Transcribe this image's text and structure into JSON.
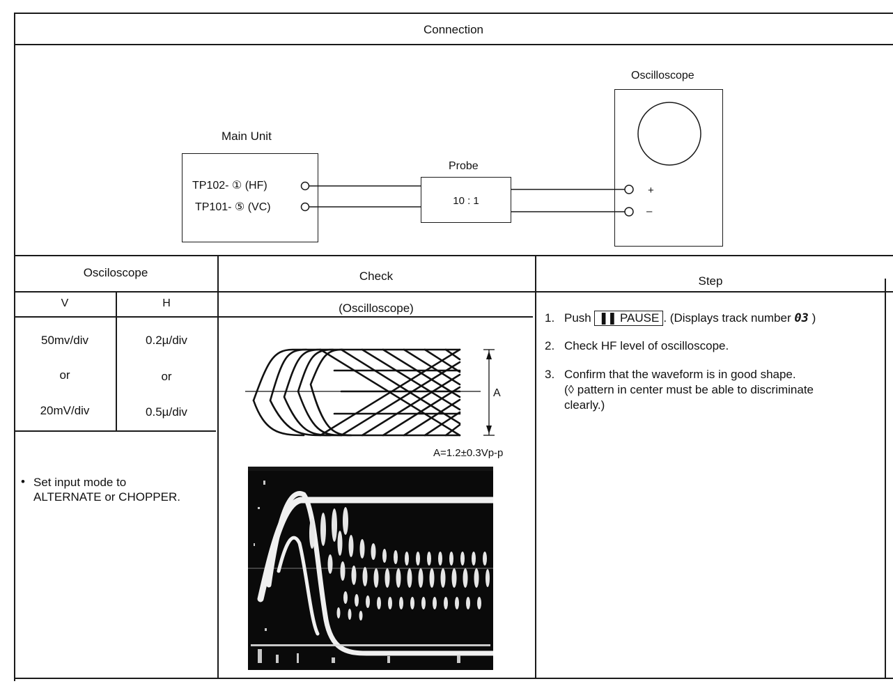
{
  "connection": {
    "header": "Connection",
    "main_unit": {
      "title": "Main Unit",
      "terminal1": "TP102- ① (HF)",
      "terminal2": "TP101- ⑤ (VC)"
    },
    "probe": {
      "title": "Probe",
      "ratio": "10 : 1"
    },
    "oscilloscope": {
      "title": "Oscilloscope",
      "plus": "+",
      "minus": "–"
    }
  },
  "table": {
    "osc_header": "Osciloscope",
    "v_header": "V",
    "h_header": "H",
    "check_header": "Check",
    "step_header": "Step",
    "v_values": [
      "50mv/div",
      "or",
      "20mV/div"
    ],
    "h_values": [
      "0.2µ/div",
      "or",
      "0.5µ/div"
    ],
    "note": "Set input mode to ALTERNATE or CHOPPER.",
    "check_subheader": "(Oscilloscope)",
    "amplitude_label": "A",
    "amplitude_spec": "A=1.2±0.3Vp-p",
    "steps": {
      "s1_num": "1.",
      "s1_pre": "Push",
      "s1_key": "PAUSE",
      "s1_post": ". (Displays track number",
      "s1_lcd": "03",
      "s1_end": ")",
      "s2_num": "2.",
      "s2_text": "Check HF level of oscilloscope.",
      "s3_num": "3.",
      "s3_line1": "Confirm that the waveform is in good shape.",
      "s3_line2": "(◊  pattern in center must be able to discriminate",
      "s3_line3": "clearly.)"
    }
  }
}
